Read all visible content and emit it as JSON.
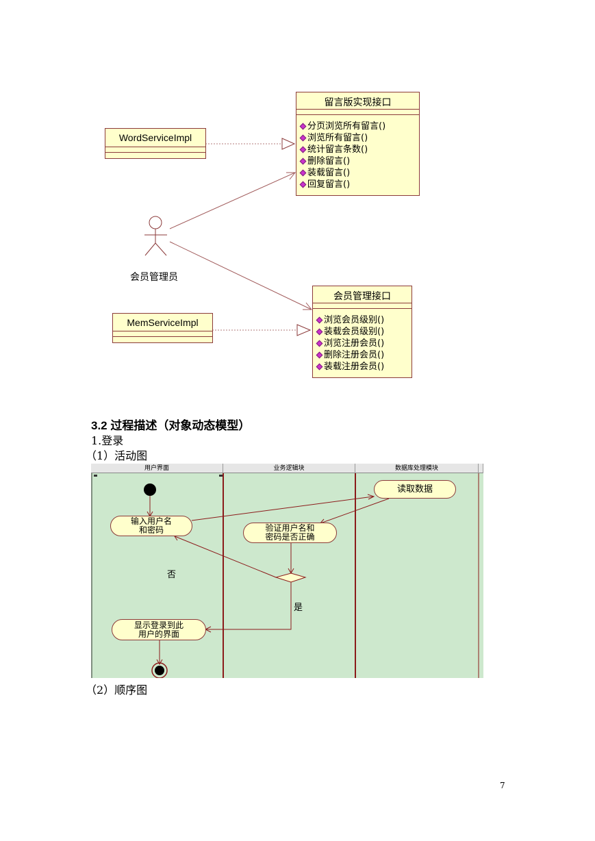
{
  "class_diagram": {
    "interface1": {
      "title": "留言版实现接口",
      "ops": [
        "分页浏览所有留言()",
        "浏览所有留言()",
        "统计留言条数()",
        "删除留言()",
        "装载留言()",
        "回复留言()"
      ]
    },
    "impl1": "WordServiceImpl",
    "actor": "会员管理员",
    "interface2": {
      "title": "会员管理接口",
      "ops": [
        "浏览会员级别()",
        "装载会员级别()",
        "浏览注册会员()",
        "删除注册会员()",
        "装载注册会员()"
      ]
    },
    "impl2": "MemServiceImpl"
  },
  "section": {
    "heading": "3.2 过程描述（对象动态模型）",
    "item1": "1.登录",
    "sub1": "（1）活动图",
    "sub2": "（2）顺序图"
  },
  "activity": {
    "lanes": [
      "用户界面",
      "业务逻辑块",
      "数据库处理模块"
    ],
    "input_node": [
      "输入用户名",
      "和密码"
    ],
    "read_node": "读取数据",
    "verify_node": [
      "验证用户名和",
      "密码是否正确"
    ],
    "show_node": [
      "显示登录到此",
      "用户的界面"
    ],
    "no_label": "否",
    "yes_label": "是",
    "colors": {
      "background": "#cde8cd",
      "node_fill": "#ffffcc",
      "line": "#8b1a1a"
    }
  },
  "page_number": "7"
}
